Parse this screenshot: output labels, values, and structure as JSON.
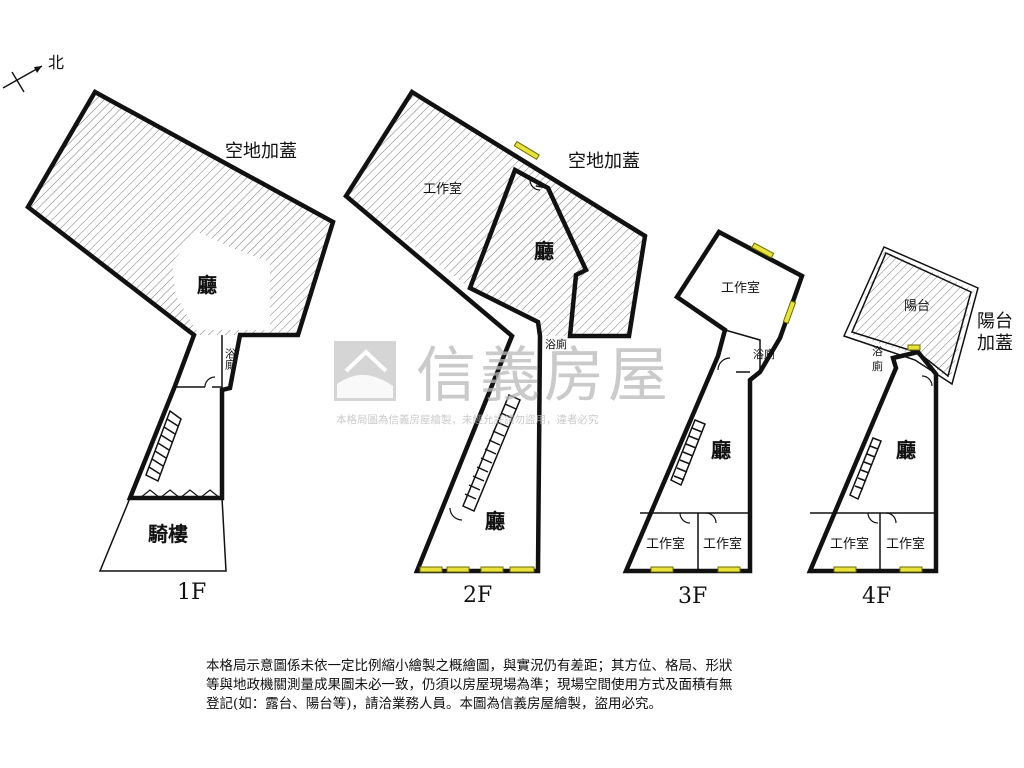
{
  "compass": {
    "label": "北"
  },
  "floors": [
    {
      "id": "1F",
      "floor_label": "1F",
      "rooms": {
        "extension": "空地加蓋",
        "living": "廳",
        "bath": "浴廁",
        "arcade": "騎樓"
      }
    },
    {
      "id": "2F",
      "floor_label": "2F",
      "rooms": {
        "extension": "空地加蓋",
        "workroom": "工作室",
        "living_upper": "廳",
        "bath": "浴廁",
        "living_lower": "廳"
      }
    },
    {
      "id": "3F",
      "floor_label": "3F",
      "rooms": {
        "workroom_top": "工作室",
        "bath": "浴廁",
        "living": "廳",
        "workroom_left": "工作室",
        "workroom_right": "工作室"
      }
    },
    {
      "id": "4F",
      "floor_label": "4F",
      "rooms": {
        "balcony": "陽台",
        "balcony_ext_1": "陽台",
        "balcony_ext_2": "加蓋",
        "bath_1": "浴",
        "bath_2": "廁",
        "living": "廳",
        "workroom_left": "工作室",
        "workroom_right": "工作室"
      }
    }
  ],
  "watermark": {
    "brand": "信義房屋",
    "notice": "本格局圖為信義房屋繪製，未經允許請勿盜用，違者必究"
  },
  "disclaimer": {
    "line1": "本格局示意圖係未依一定比例縮小繪製之概繪圖，與實況仍有差距；其方位、格局、形狀",
    "line2": "等與地政機關測量成果圖未必一致，仍須以房屋現場為準；現場空間使用方式及面積有無",
    "line3": "登記(如：露台、陽台等)，請洽業務人員。本圖為信義房屋繪製，盜用必究。"
  }
}
